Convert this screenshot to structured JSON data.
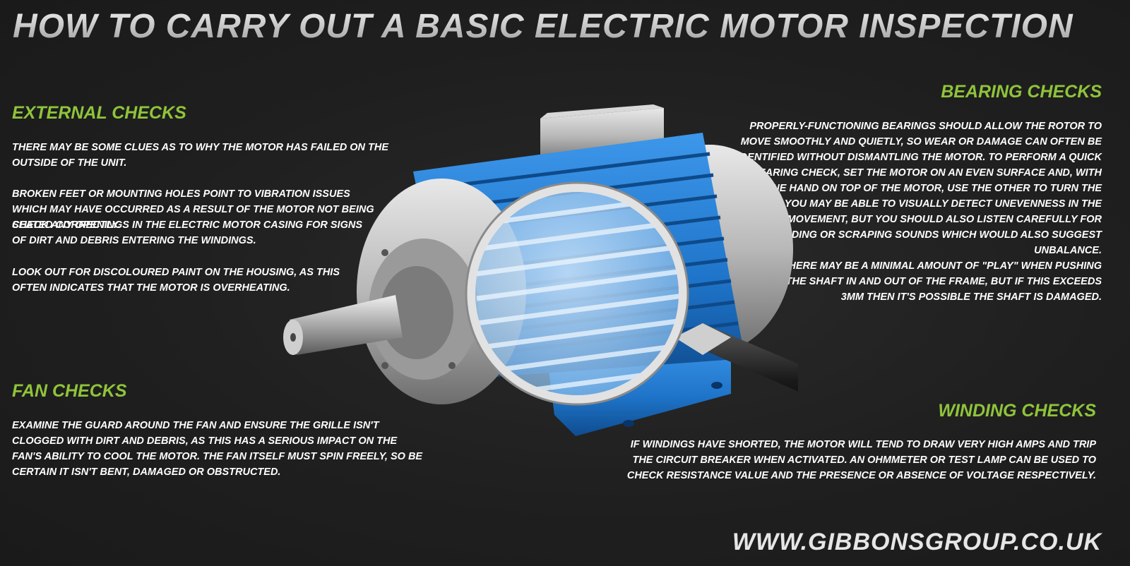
{
  "title": "How to carry out a basic electric motor inspection",
  "external": {
    "heading": "External Checks",
    "p1": "There may be some clues as to why the motor has failed on the outside of the unit.",
    "p2a": "Broken feet or mounting holes point to vibration issues which may have occurred as a result of the motor not being seated correctly.",
    "p2b": "Check any openings in the electric motor casing for signs of dirt and debris entering the windings.",
    "p3": "Look out for discoloured paint on the housing, as this often indicates that the motor is overheating."
  },
  "fan": {
    "heading": "Fan Checks",
    "p1": "Examine the guard around the fan and ensure the grille isn't clogged with dirt and debris, as this has a serious impact on the fan's ability to cool the motor. The fan itself must spin freely, so be certain it isn't bent, damaged or obstructed."
  },
  "bearing": {
    "heading": "Bearing Checks",
    "p1": "Properly-functioning bearings should allow the rotor to move smoothly and quietly, so wear or damage can often be identified without dismantling the motor. To perform a quick bearing check, set the motor on an even surface and, with one hand on top of the motor, use the other to turn the shaft. You may be able to visually detect unevenness in the rotor's movement, but you should also listen carefully for grinding or scraping sounds which would also suggest unbalance.",
    "p2": "There may be a minimal amount of \"play\" when pushing the shaft in and out of the frame, but if this exceeds 3mm then it's possible the shaft is damaged."
  },
  "winding": {
    "heading": "Winding Checks",
    "p1": "If windings have shorted, the motor will tend to draw very high amps and trip the circuit breaker when activated. An ohmmeter or test lamp can be used to check resistance value and the presence or absence of voltage respectively."
  },
  "footer": {
    "url": "www.gibbonsgroup.co.uk"
  },
  "illustration": {
    "icons": [
      "electric-motor-icon",
      "magnifying-glass-icon"
    ]
  },
  "colors": {
    "accent": "#8fc43a",
    "motor_blue": "#1e74c9",
    "background": "#1f1f1f"
  }
}
